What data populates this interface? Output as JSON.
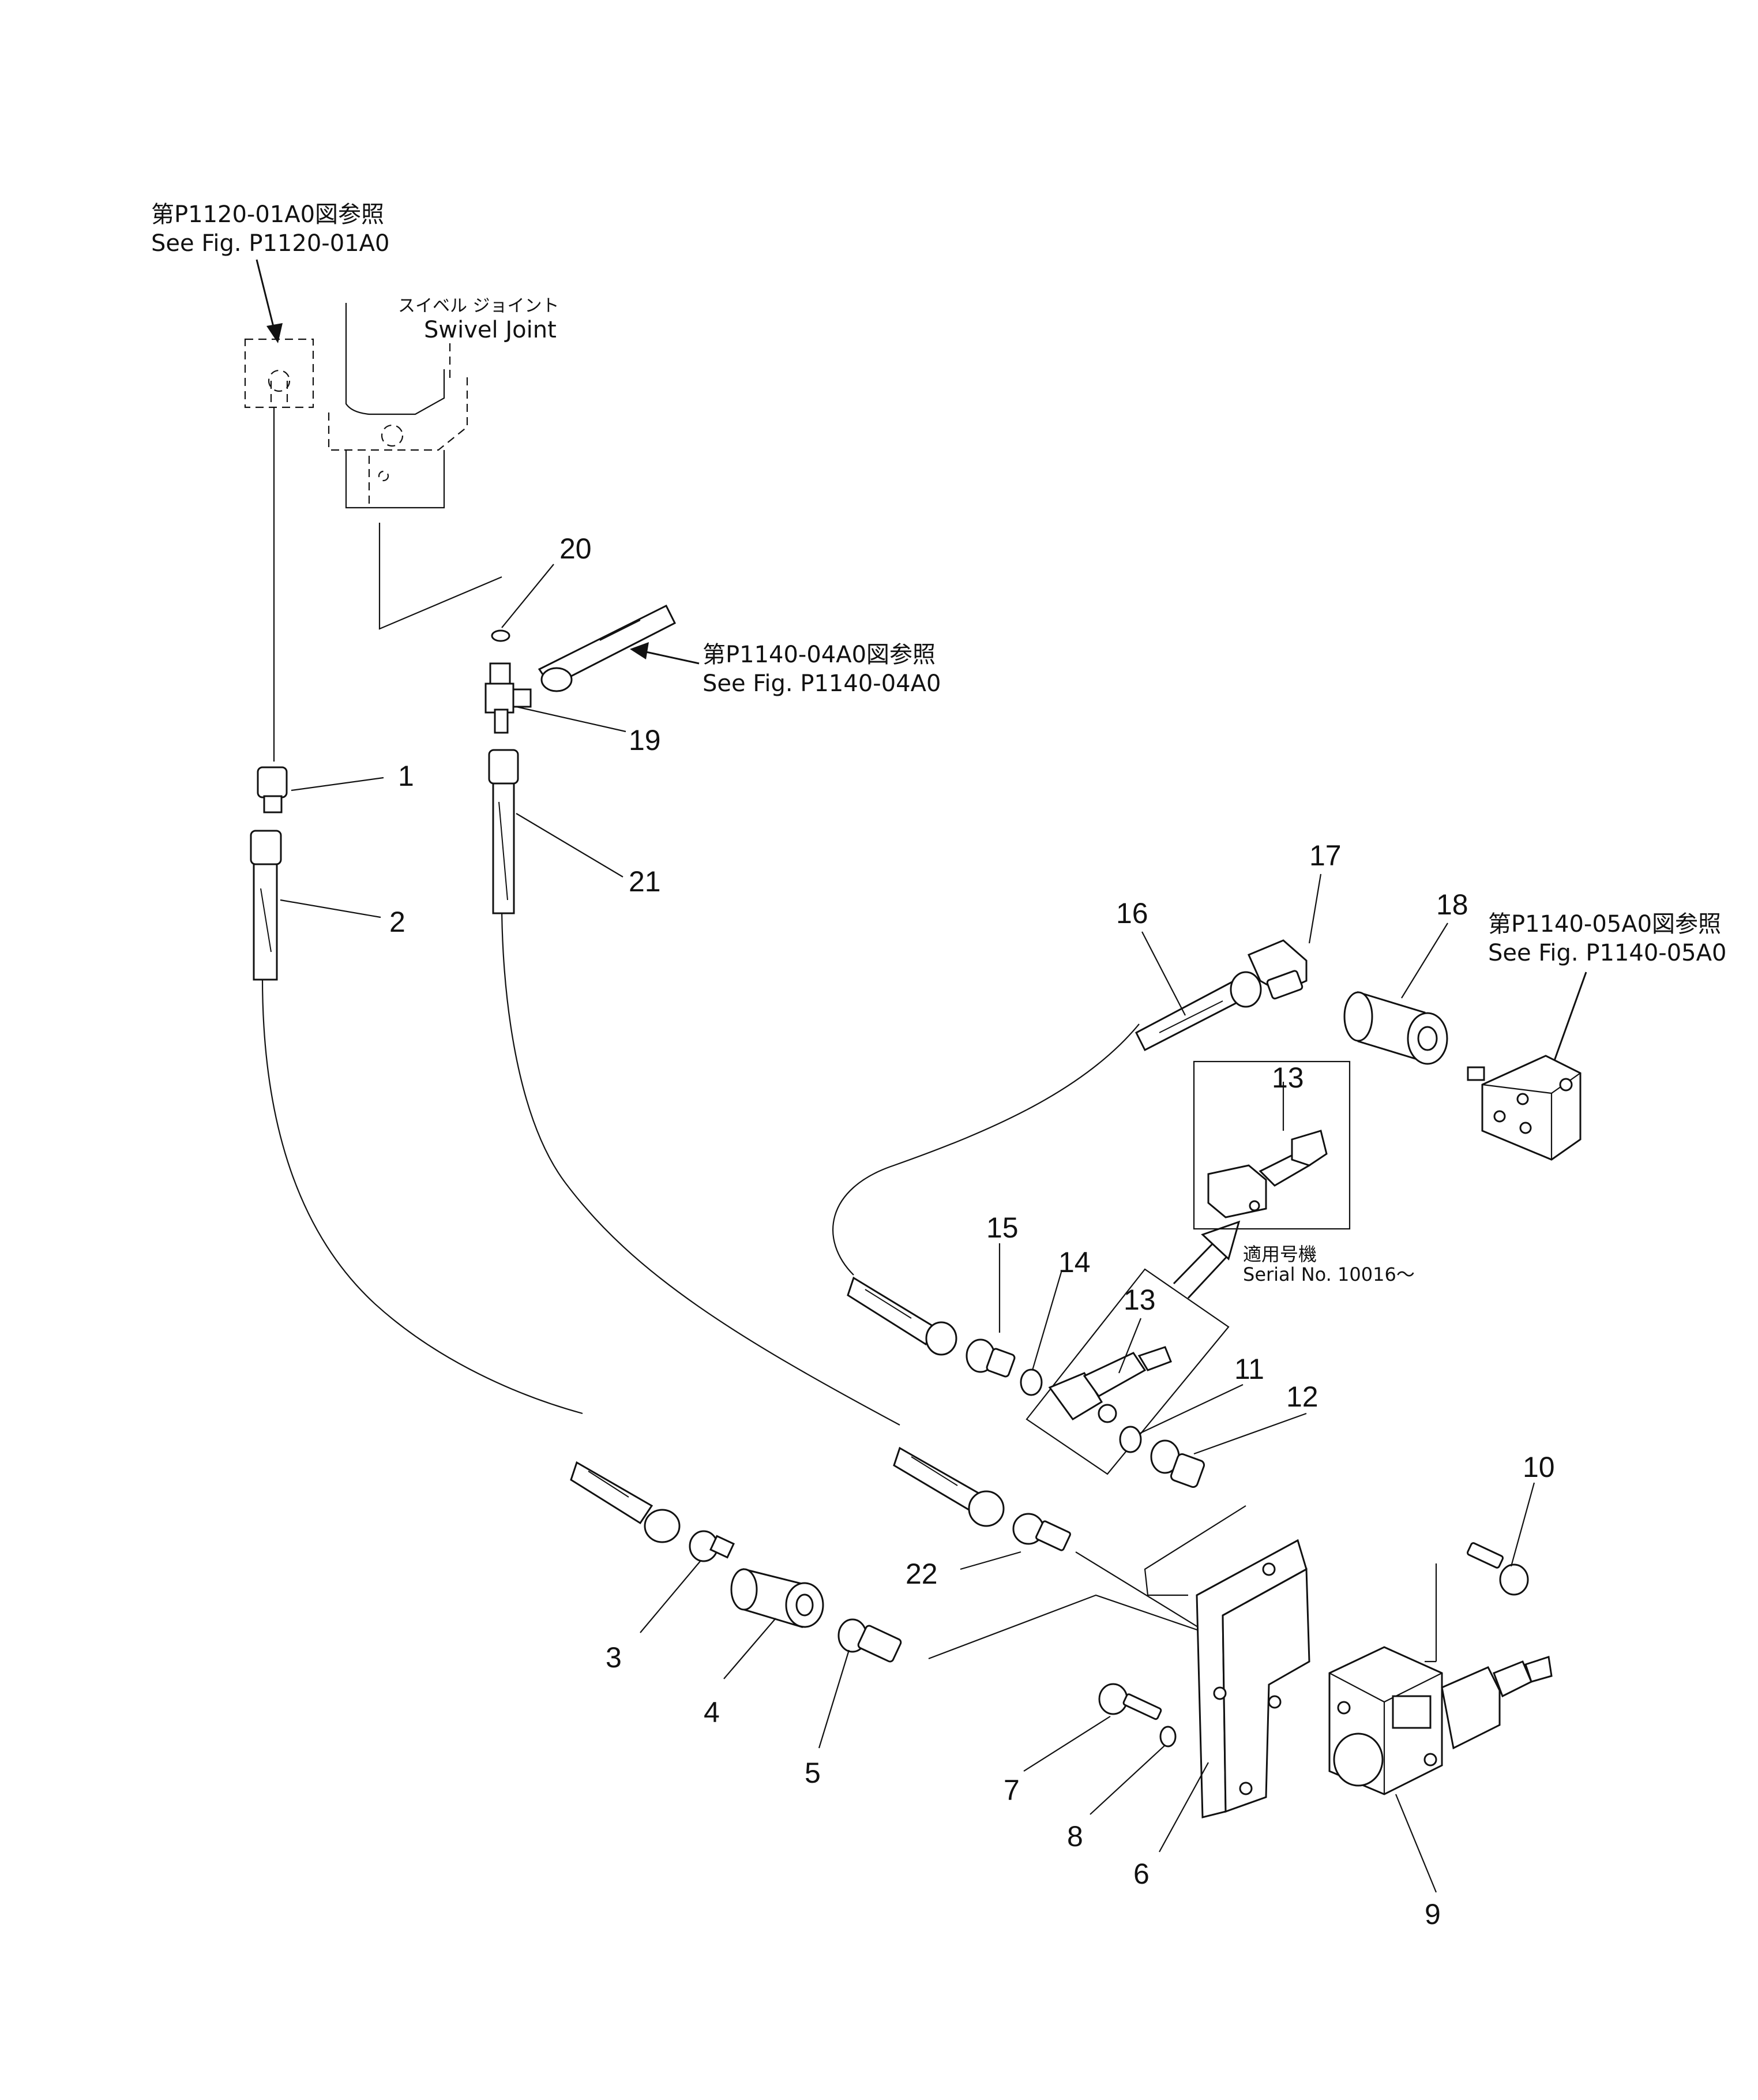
{
  "references": {
    "top_left": {
      "jp": "第P1120-01A0図参照",
      "en": "See Fig. P1120-01A0"
    },
    "middle": {
      "jp": "第P1140-04A0図参照",
      "en": "See Fig. P1140-04A0"
    },
    "right": {
      "jp": "第P1140-05A0図参照",
      "en": "See Fig. P1140-05A0"
    }
  },
  "swivel_joint": {
    "jp": "スイベル ジョイント",
    "en": "Swivel Joint"
  },
  "serial_note": {
    "jp": "適用号機",
    "en": "Serial No. 10016～"
  },
  "callouts": {
    "c1": "1",
    "c2": "2",
    "c3": "3",
    "c4": "4",
    "c5": "5",
    "c6": "6",
    "c7": "7",
    "c8": "8",
    "c9": "9",
    "c10": "10",
    "c11": "11",
    "c12": "12",
    "c13a": "13",
    "c13b": "13",
    "c14": "14",
    "c15": "15",
    "c16": "16",
    "c17": "17",
    "c18": "18",
    "c19": "19",
    "c20": "20",
    "c21": "21",
    "c22": "22"
  }
}
